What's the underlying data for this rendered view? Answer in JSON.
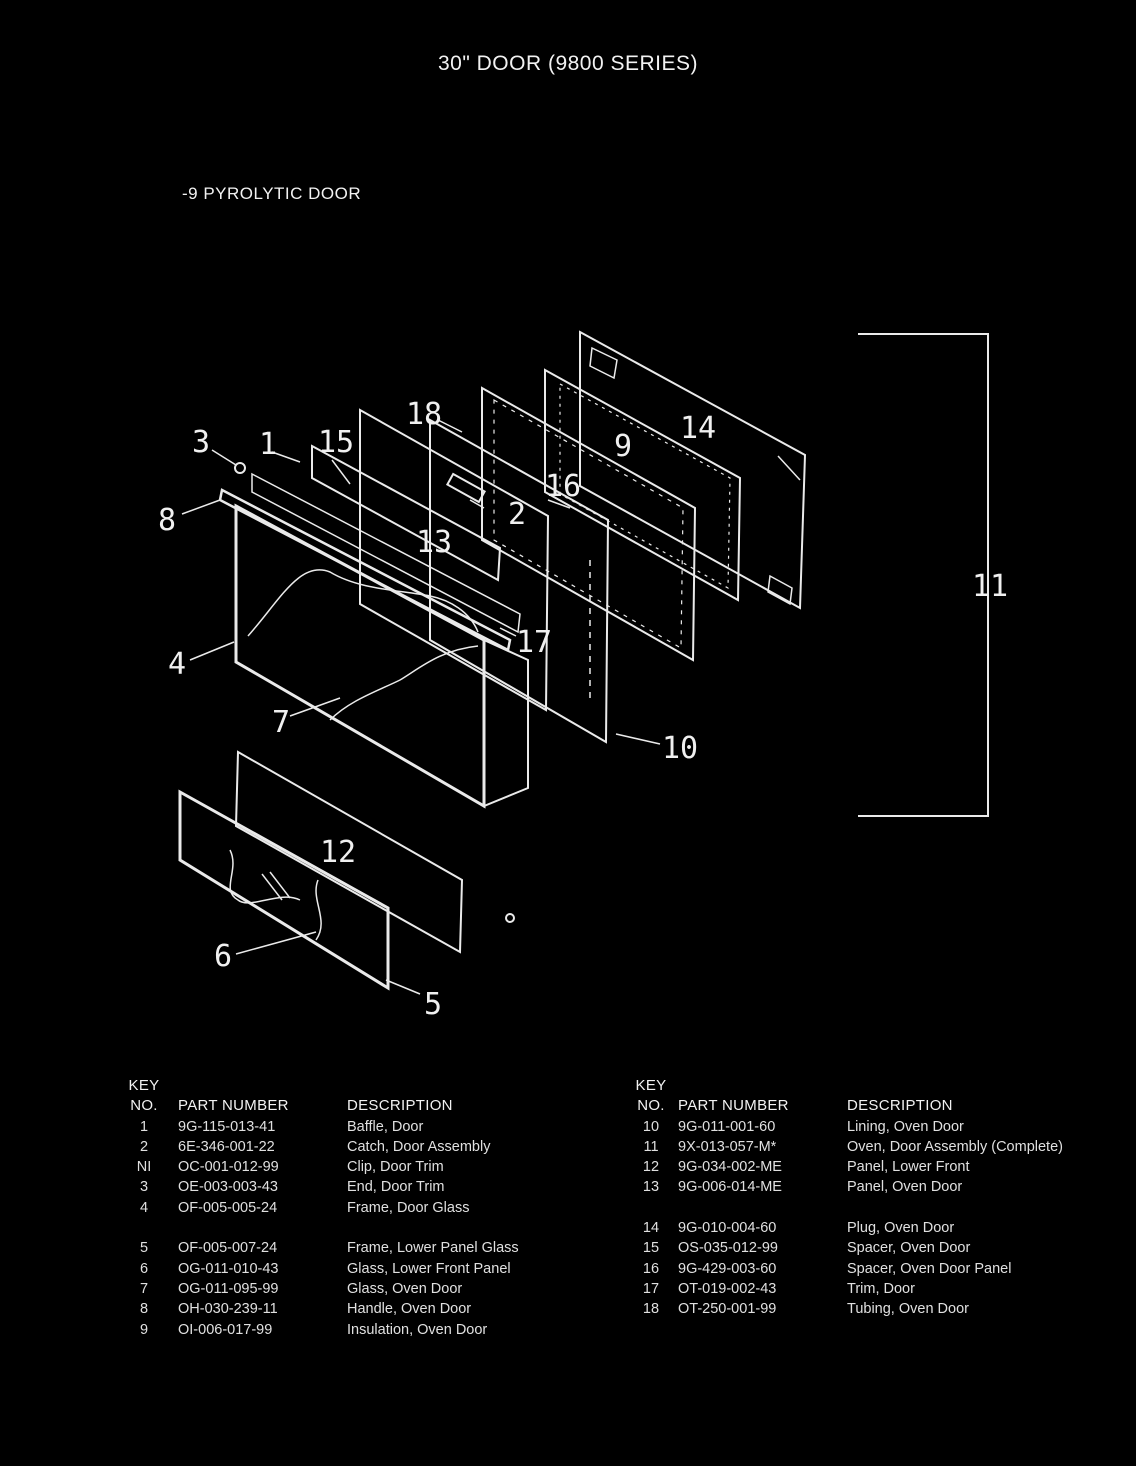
{
  "title": "30\" DOOR (9800 SERIES)",
  "subtitle": "-9 PYROLYTIC DOOR",
  "callouts": [
    "1",
    "2",
    "3",
    "4",
    "5",
    "6",
    "7",
    "8",
    "9",
    "10",
    "11",
    "12",
    "13",
    "14",
    "15",
    "16",
    "17",
    "18"
  ],
  "table": {
    "headers": {
      "key_line1": "KEY",
      "key_line2": "NO.",
      "part_number": "PART NUMBER",
      "description": "DESCRIPTION"
    },
    "left_rows": [
      {
        "key": "1",
        "part": "9G-115-013-41",
        "desc": "Baffle, Door"
      },
      {
        "key": "2",
        "part": "6E-346-001-22",
        "desc": "Catch, Door Assembly"
      },
      {
        "key": "NI",
        "part": "OC-001-012-99",
        "desc": "Clip, Door Trim"
      },
      {
        "key": "3",
        "part": "OE-003-003-43",
        "desc": "End, Door Trim"
      },
      {
        "key": "4",
        "part": "OF-005-005-24",
        "desc": "Frame, Door Glass"
      },
      {
        "key": "",
        "part": "",
        "desc": ""
      },
      {
        "key": "5",
        "part": "OF-005-007-24",
        "desc": "Frame, Lower Panel Glass"
      },
      {
        "key": "6",
        "part": "OG-011-010-43",
        "desc": "Glass, Lower Front Panel"
      },
      {
        "key": "7",
        "part": "OG-011-095-99",
        "desc": "Glass, Oven Door"
      },
      {
        "key": "8",
        "part": "OH-030-239-11",
        "desc": "Handle, Oven Door"
      },
      {
        "key": "9",
        "part": "OI-006-017-99",
        "desc": "Insulation, Oven Door"
      }
    ],
    "right_rows": [
      {
        "key": "10",
        "part": "9G-011-001-60",
        "desc": "Lining, Oven Door"
      },
      {
        "key": "11",
        "part": "9X-013-057-M*",
        "desc": "Oven, Door Assembly (Complete)"
      },
      {
        "key": "12",
        "part": "9G-034-002-ME",
        "desc": "Panel, Lower Front"
      },
      {
        "key": "13",
        "part": "9G-006-014-ME",
        "desc": "Panel, Oven Door"
      },
      {
        "key": "",
        "part": "",
        "desc": ""
      },
      {
        "key": "14",
        "part": "9G-010-004-60",
        "desc": "Plug, Oven Door"
      },
      {
        "key": "15",
        "part": "OS-035-012-99",
        "desc": "Spacer, Oven Door"
      },
      {
        "key": "16",
        "part": "9G-429-003-60",
        "desc": "Spacer, Oven Door Panel"
      },
      {
        "key": "17",
        "part": "OT-019-002-43",
        "desc": "Trim, Door"
      },
      {
        "key": "18",
        "part": "OT-250-001-99",
        "desc": "Tubing, Oven Door"
      }
    ]
  }
}
